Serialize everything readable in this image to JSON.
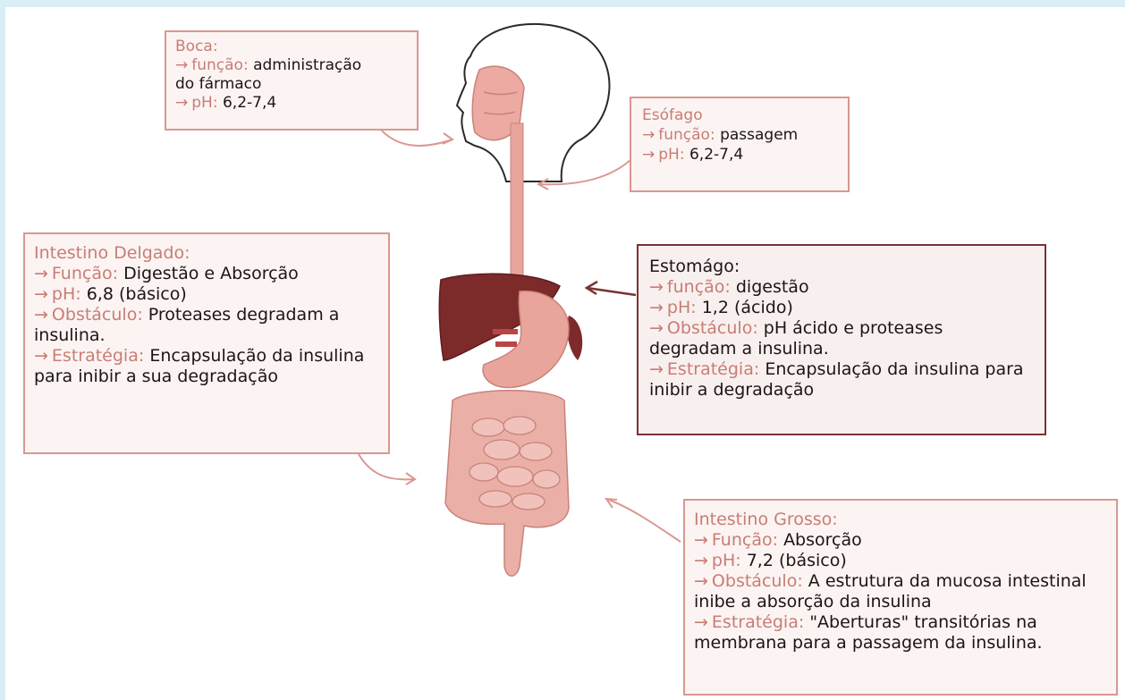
{
  "colors": {
    "accent": "#c97d74",
    "stomach_border": "#7a3232",
    "box_border": "#d99890"
  },
  "boca": {
    "title": "Boca:",
    "funcao_label": "função:",
    "funcao_text": "administração",
    "funcao_text2": "do fármaco",
    "ph_label": "pH:",
    "ph_value": "6,2-7,4"
  },
  "esofago": {
    "title": "Esófago",
    "funcao_label": "função:",
    "funcao_text": "passagem",
    "ph_label": "pH:",
    "ph_value": "6,2-7,4"
  },
  "intestino_delgado": {
    "title": "Intestino Delgado:",
    "funcao_label": "Função:",
    "funcao_text": "Digestão e Absorção",
    "ph_label": "pH:",
    "ph_value": "6,8 (básico)",
    "obstaculo_label": "Obstáculo:",
    "obstaculo_text": "Proteases degradam a insulina.",
    "estrategia_label": "Estratégia:",
    "estrategia_text": "Encapsulação da insulina para inibir a sua degradação"
  },
  "estomago": {
    "title": "Estomágo:",
    "funcao_label": "função:",
    "funcao_text": "digestão",
    "ph_label": "pH:",
    "ph_value": "1,2 (ácido)",
    "obstaculo_label": "Obstáculo:",
    "obstaculo_text": "pH ácido e proteases degradam a insulina.",
    "estrategia_label": "Estratégia:",
    "estrategia_text": "Encapsulação da insulina para inibir a degradação"
  },
  "intestino_grosso": {
    "title": "Intestino Grosso:",
    "funcao_label": "Função:",
    "funcao_text": "Absorção",
    "ph_label": "pH:",
    "ph_value": "7,2 (básico)",
    "obstaculo_label": "Obstáculo:",
    "obstaculo_text": "A estrutura da mucosa intestinal inibe a absorção da insulina",
    "estrategia_label": "Estratégia:",
    "estrategia_text": "\"Aberturas\" transitórias na membrana para a passagem da insulina."
  }
}
